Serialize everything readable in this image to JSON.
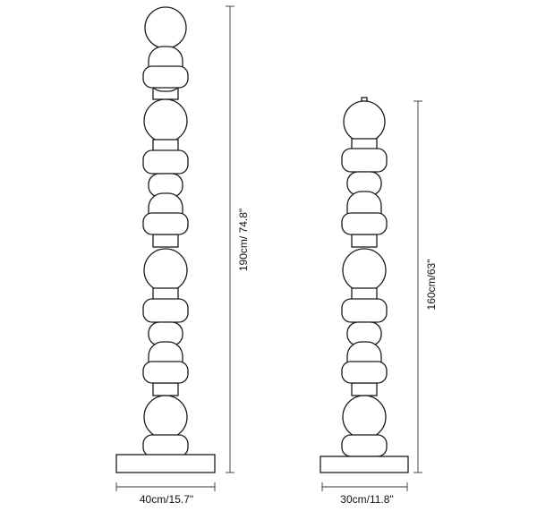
{
  "lamps": [
    {
      "id": "tall",
      "height_label": "190cm/ 74.8\"",
      "width_label": "40cm/15.7\""
    },
    {
      "id": "short",
      "height_label": "160cm/63\"",
      "width_label": "30cm/11.8\""
    }
  ],
  "colors": {
    "line": "#1a1a1a",
    "background": "#ffffff"
  }
}
